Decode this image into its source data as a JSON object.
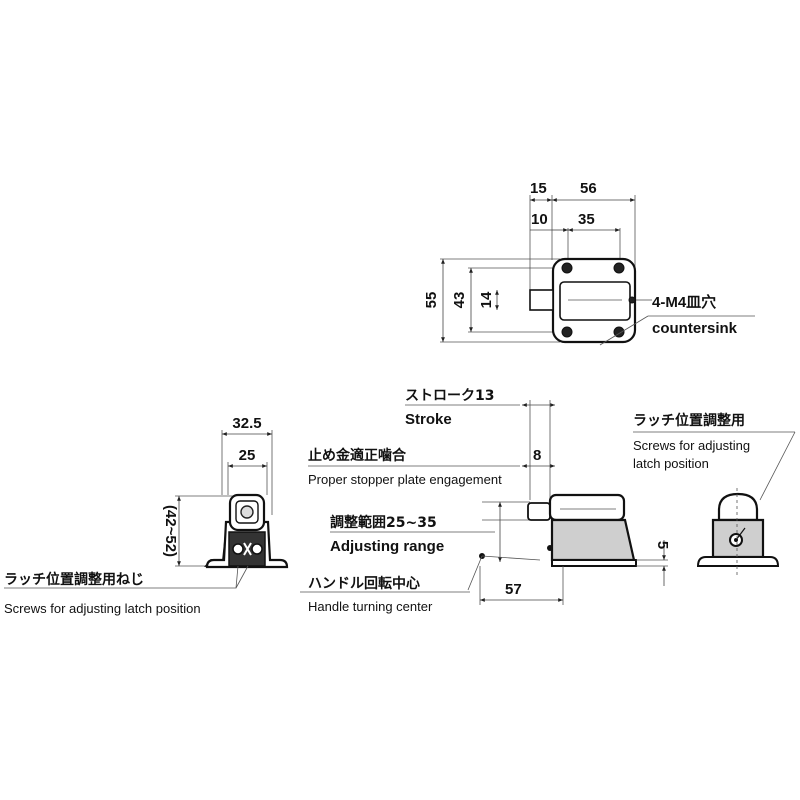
{
  "drawing": {
    "top_view": {
      "dims": {
        "d15": "15",
        "d56": "56",
        "d10": "10",
        "d35": "35",
        "d55": "55",
        "d43": "43",
        "d14": "14"
      },
      "callout_jp": "4-M4皿穴",
      "callout_en": "countersink"
    },
    "front_view": {
      "dims": {
        "d32_5": "32.5",
        "d25": "25",
        "d42_52": "(42~52)"
      },
      "callout_jp": "ラッチ位置調整用ねじ",
      "callout_en": "Screws for adjusting latch position"
    },
    "side_view": {
      "stroke_jp": "ストローク13",
      "stroke_en": "Stroke",
      "engage_jp": "止め金適正噛合",
      "engage_en": "Proper stopper plate engagement",
      "engage_dim": "8",
      "adjust_jp": "調整範囲25~35",
      "adjust_en": "Adjusting range",
      "handle_jp": "ハンドル回転中心",
      "handle_en": "Handle turning center",
      "d57": "57",
      "d5": "5"
    },
    "rear_view": {
      "callout_jp": "ラッチ位置調整用",
      "callout_en_1": "Screws for adjusting",
      "callout_en_2": "latch position"
    }
  }
}
